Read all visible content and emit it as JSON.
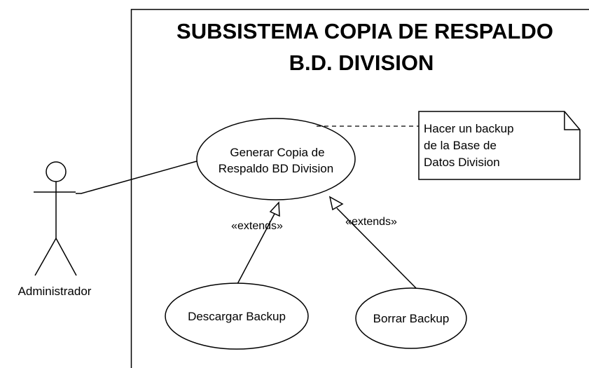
{
  "diagram": {
    "title_line1": "SUBSISTEMA COPIA DE RESPALDO",
    "title_line2": "B.D. DIVISION",
    "actor": {
      "name": "Administrador"
    },
    "use_cases": {
      "main_line1": "Generar Copia de",
      "main_line2": "Respaldo BD Division",
      "download": "Descargar Backup",
      "delete": "Borrar Backup"
    },
    "note": {
      "line1": "Hacer un backup",
      "line2": "de la Base de",
      "line3": "Datos Division"
    },
    "relations": {
      "extends_left": "«extends»",
      "extends_right": "«extends»"
    }
  }
}
